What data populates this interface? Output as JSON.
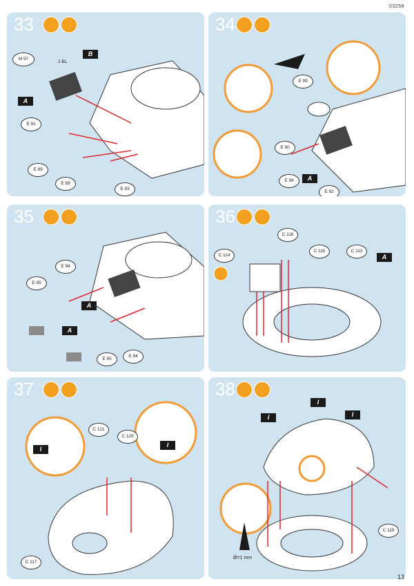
{
  "header": {
    "code": "03258"
  },
  "page_number": "13",
  "steps": [
    {
      "number": "33",
      "labels": [
        "M 97",
        "2.BL",
        "E 91",
        "E 89",
        "E 89",
        "E 93"
      ],
      "flags": [
        "B",
        "A"
      ]
    },
    {
      "number": "34",
      "labels": [
        "E 99",
        "E 90",
        "E 96",
        "E 92"
      ],
      "flags": [
        "A"
      ]
    },
    {
      "number": "35",
      "labels": [
        "E 94",
        "E 95",
        "E 95",
        "E 94"
      ],
      "flags": [
        "A",
        "A"
      ]
    },
    {
      "number": "36",
      "labels": [
        "C 116",
        "C 114",
        "C 115",
        "C 113"
      ],
      "flags": [
        "A"
      ]
    },
    {
      "number": "37",
      "labels": [
        "C 121",
        "C 120",
        "C 117"
      ],
      "flags": [
        "I",
        "I"
      ]
    },
    {
      "number": "38",
      "labels": [
        "C 119"
      ],
      "flags": [
        "I",
        "I",
        "I"
      ],
      "note": "Ø=1 mm"
    }
  ],
  "colors": {
    "panel": "#cfe3f1",
    "accent": "#f2a01f",
    "arrow": "#e1262b",
    "callout": "#f29a33"
  },
  "icons": [
    "paint-brush-icon",
    "glue-icon",
    "question-icon",
    "flag-de-icon"
  ]
}
